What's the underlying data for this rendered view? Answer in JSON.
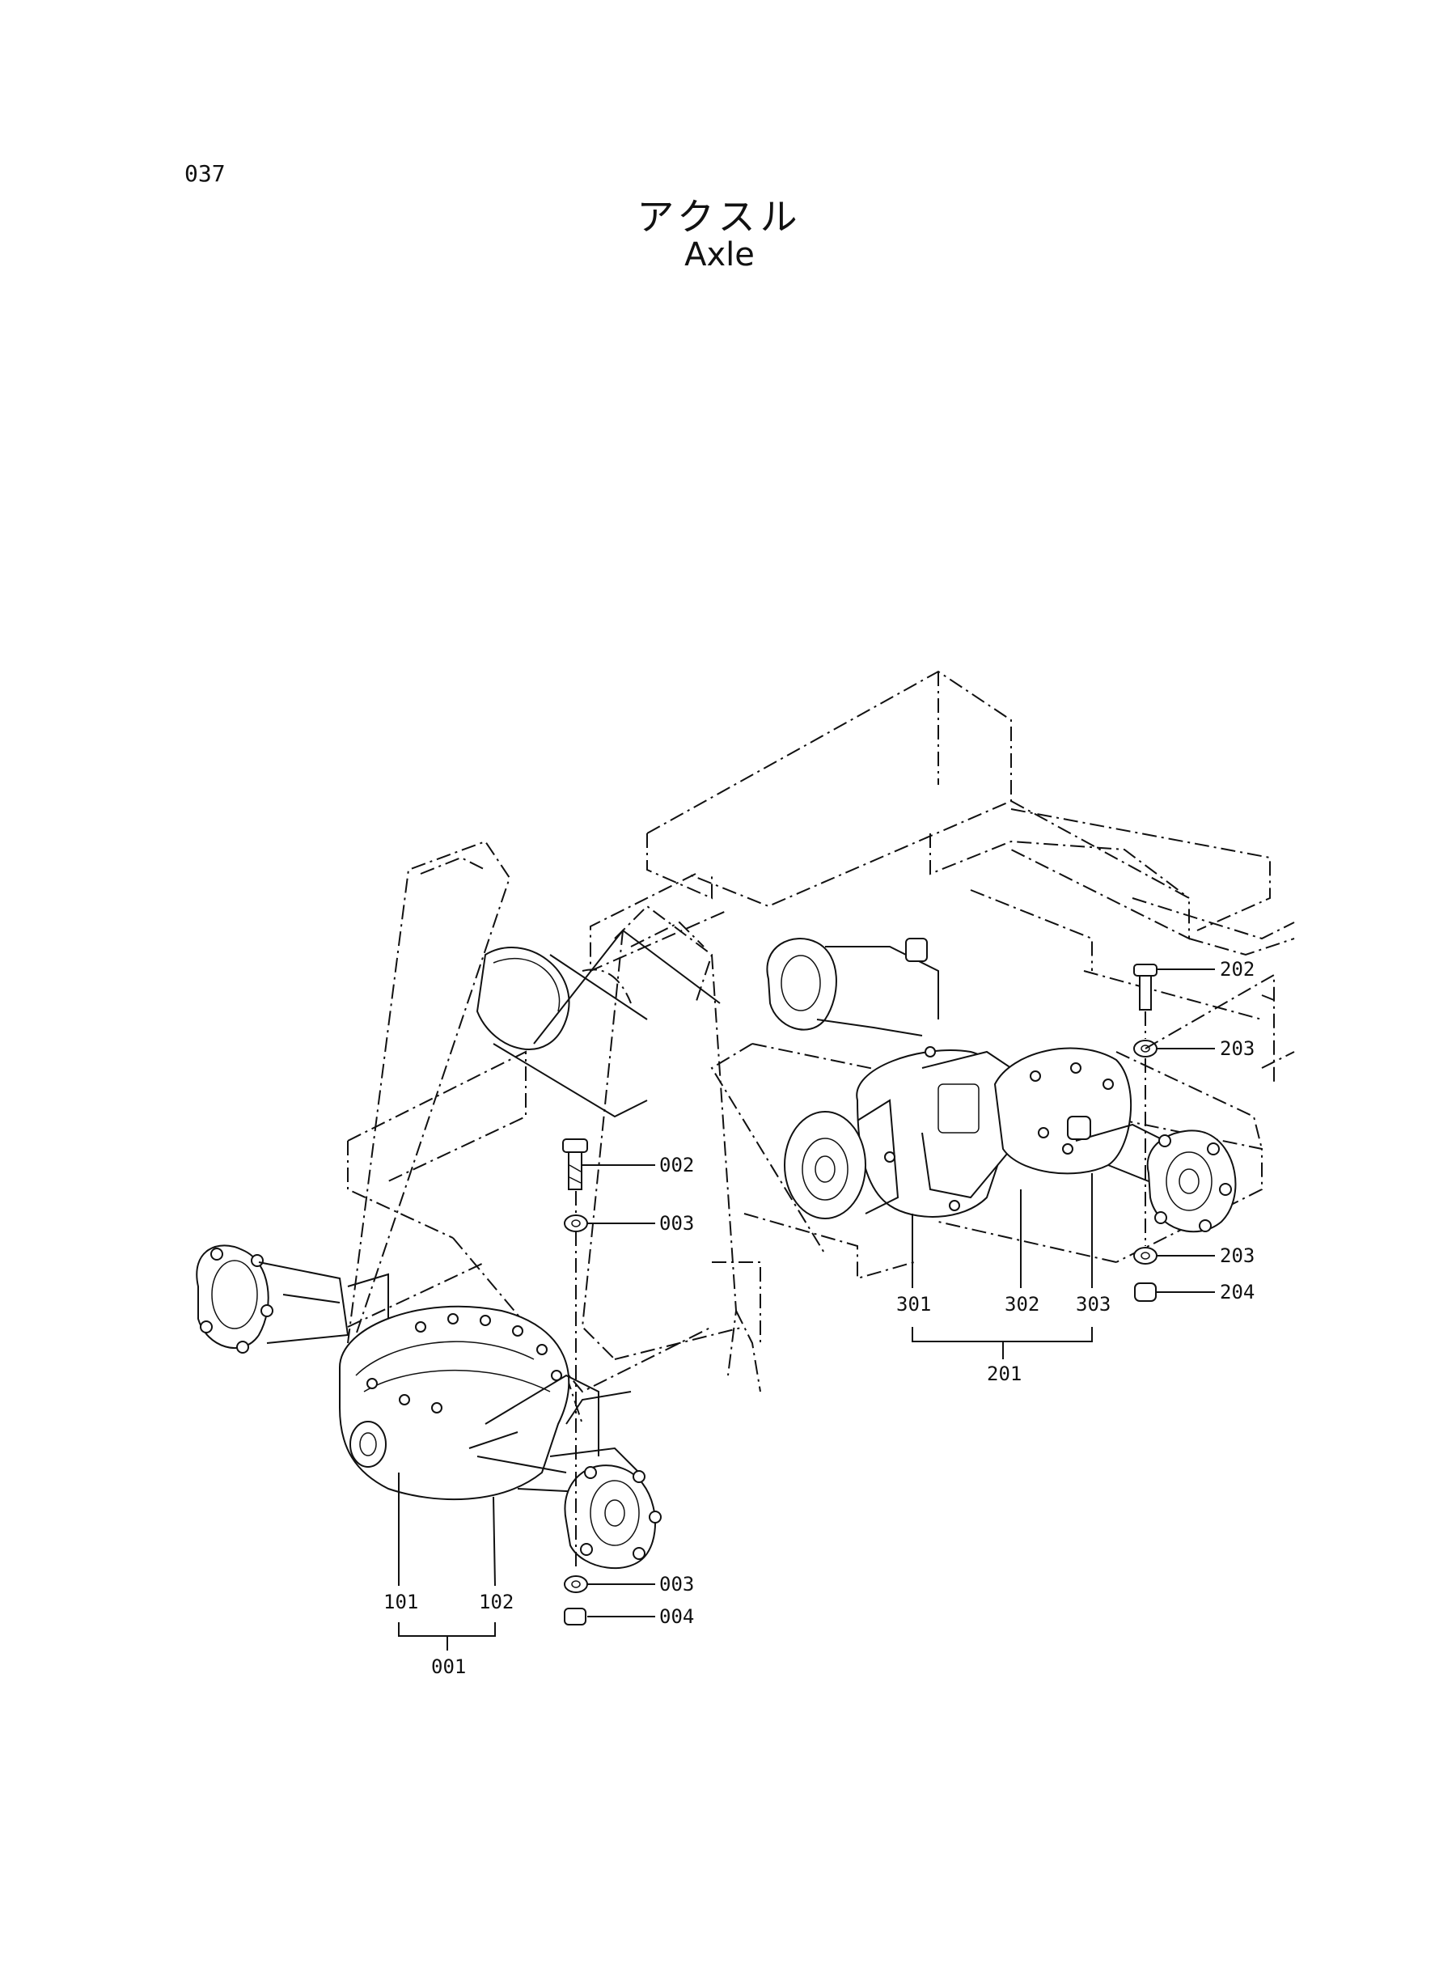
{
  "page": {
    "number": "037"
  },
  "title": {
    "japanese": "アクスル",
    "english": "Axle"
  },
  "callouts": {
    "c002": "002",
    "c003_upper": "003",
    "c003_lower": "003",
    "c004": "004",
    "c101": "101",
    "c102": "102",
    "c001": "001",
    "c202": "202",
    "c203_upper": "203",
    "c203_lower": "203",
    "c204": "204",
    "c301": "301",
    "c302": "302",
    "c303": "303",
    "c201": "201"
  }
}
